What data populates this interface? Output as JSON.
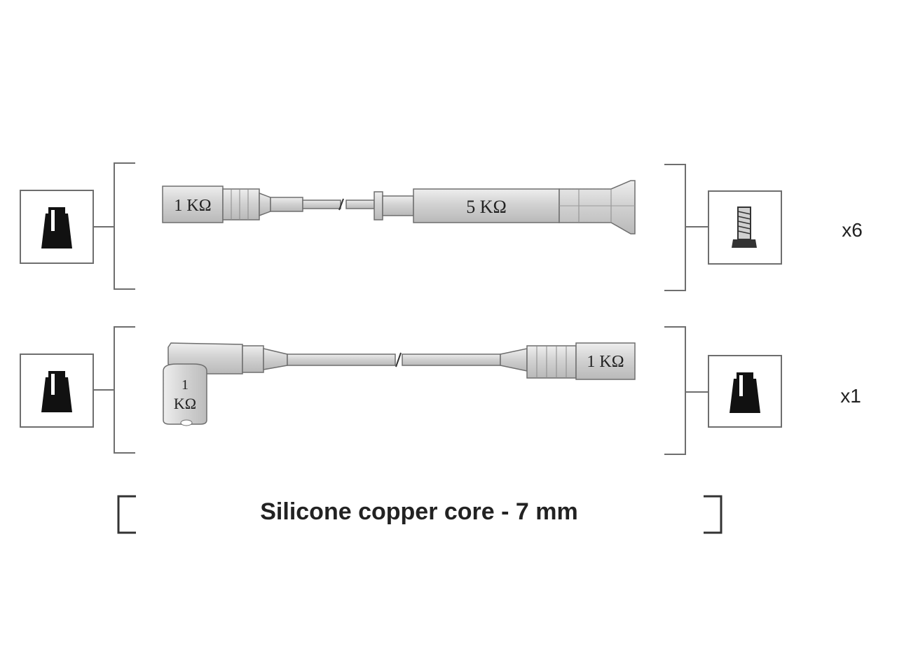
{
  "lead_a": {
    "left_resistor": "1 KΩ",
    "main_resistor": "5 KΩ",
    "quantity": "x6",
    "left_terminal_icon": "spark-plug-cap-icon",
    "right_terminal_icon": "screw-terminal-icon"
  },
  "lead_b": {
    "angled_resistor_value": "1",
    "angled_resistor_unit": "KΩ",
    "right_resistor": "1 KΩ",
    "quantity": "x1",
    "left_terminal_icon": "spark-plug-cap-icon",
    "right_terminal_icon": "spark-plug-cap-icon"
  },
  "footer": {
    "caption": "Silicone copper core - 7 mm"
  },
  "colors": {
    "line": "#6e6e6e",
    "fill": "#d6d6d6",
    "icon": "#111111",
    "text": "#222222"
  }
}
